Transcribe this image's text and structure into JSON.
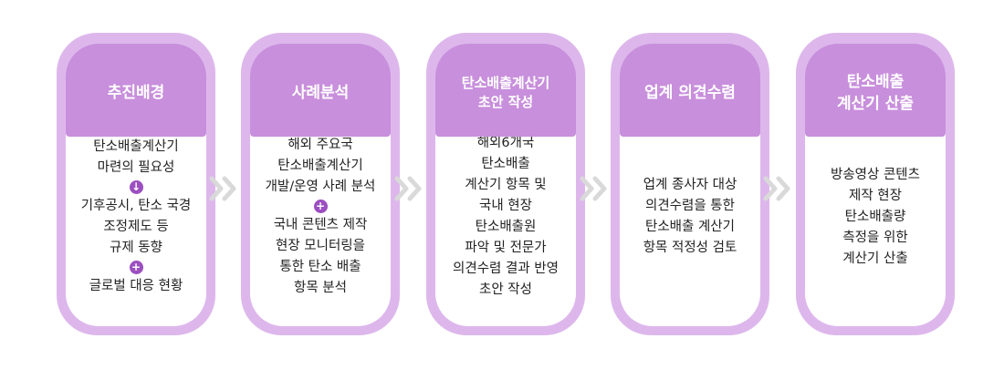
{
  "colors": {
    "card_outer": "#ddb7ec",
    "card_head": "#c88fdc",
    "mark": "#9c4fc0",
    "chevron": "#d9d9d9"
  },
  "steps": [
    {
      "title": "추진배경",
      "body": [
        {
          "text": "탄소배출계산기"
        },
        {
          "text": "마련의 필요성"
        },
        {
          "mark": "down-arrow-icon",
          "glyph": "↓"
        },
        {
          "text": "기후공시, 탄소 국경"
        },
        {
          "text": "조정제도 등"
        },
        {
          "text": "규제 동향"
        },
        {
          "mark": "plus-icon",
          "glyph": "+"
        },
        {
          "text": "글로벌 대응 현황"
        }
      ]
    },
    {
      "title": "사례분석",
      "body": [
        {
          "text": "해외 주요국"
        },
        {
          "text": "탄소배출계산기"
        },
        {
          "text": "개발/운영 사례 분석"
        },
        {
          "mark": "plus-icon",
          "glyph": "+"
        },
        {
          "text": "국내 콘텐츠 제작"
        },
        {
          "text": "현장 모니터링을"
        },
        {
          "text": "통한 탄소 배출"
        },
        {
          "text": "항목 분석"
        }
      ]
    },
    {
      "title": "탄소배출계산기\n초안 작성",
      "body": [
        {
          "text": "해외6개국"
        },
        {
          "text": "탄소배출"
        },
        {
          "text": "계산기 항목 및"
        },
        {
          "text": "국내 현장"
        },
        {
          "text": "탄소배출원"
        },
        {
          "text": "파악 및 전문가"
        },
        {
          "text": "의견수렴 결과 반영"
        },
        {
          "text": "초안 작성"
        }
      ]
    },
    {
      "title": "업계 의견수렴",
      "body": [
        {
          "text": "업계 종사자 대상"
        },
        {
          "text": "의견수렴을 통한"
        },
        {
          "text": "탄소배출 계산기"
        },
        {
          "text": "항목 적정성 검토"
        }
      ]
    },
    {
      "title": "탄소배출\n계산기 산출",
      "body": [
        {
          "text": "방송영상 콘텐츠"
        },
        {
          "text": "제작 현장"
        },
        {
          "text": "탄소배출량"
        },
        {
          "text": "측정을 위한"
        },
        {
          "text": "계산기 산출"
        }
      ]
    }
  ]
}
